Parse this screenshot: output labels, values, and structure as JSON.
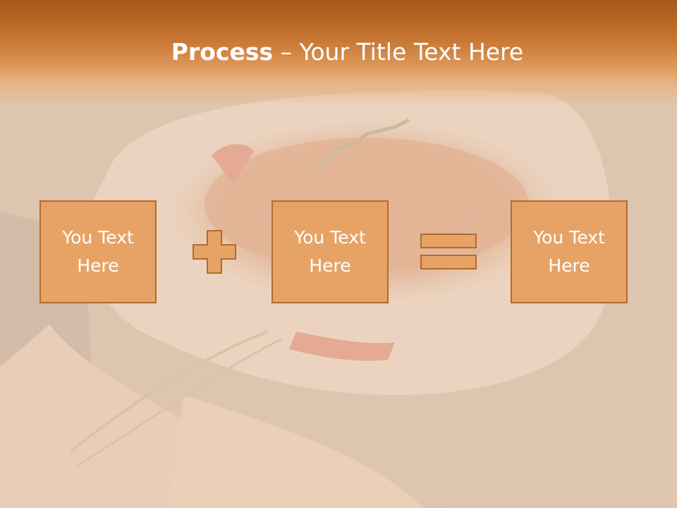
{
  "slide": {
    "title_bold": "Process",
    "title_rest": " – Your Title Text Here"
  },
  "colors": {
    "header_dark": "#a5581c",
    "header_light": "#dd9658",
    "box_fill": "#e7a366",
    "box_border": "#b46a2c",
    "text": "#ffffff"
  },
  "process": {
    "box1": "You Text Here",
    "operator1": "plus-icon",
    "box2": "You Text Here",
    "operator2": "equals-icon",
    "box3": "You Text Here"
  }
}
